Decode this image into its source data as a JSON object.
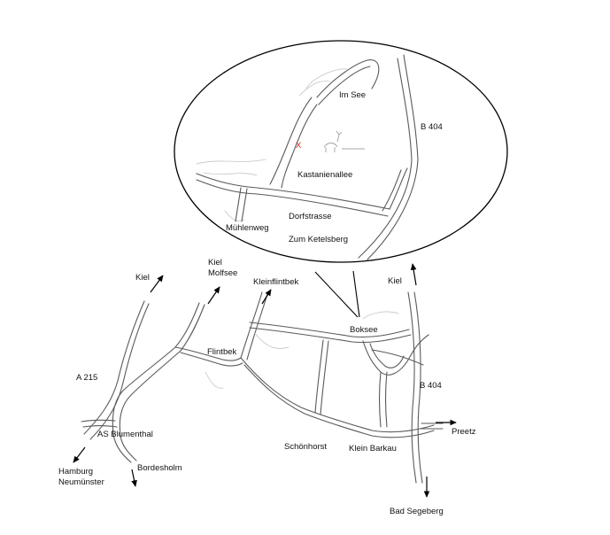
{
  "map": {
    "inset": {
      "labels": {
        "im_see": "Im See",
        "b404": "B 404",
        "kastanienallee": "Kastanienallee",
        "dorfstrasse": "Dorfstrasse",
        "muehlenweg": "Mühlenweg",
        "zum_ketelsberg": "Zum Ketelsberg"
      },
      "marker": "X"
    },
    "labels": {
      "kiel_left": "Kiel",
      "kiel_molfsee_1": "Kiel",
      "kiel_molfsee_2": "Molfsee",
      "kleinflintbek": "Kleinflintbek",
      "kiel_right": "Kiel",
      "boksee": "Boksee",
      "flintbek": "Flintbek",
      "a215": "A 215",
      "b404": "B 404",
      "as_blumenthal": "AS Blumenthal",
      "preetz": "Preetz",
      "hamburg": "Hamburg",
      "neumuenster": "Neumünster",
      "bordesholm": "Bordesholm",
      "schoenhorst": "Schönhorst",
      "klein_barkau": "Klein Barkau",
      "bad_segeberg": "Bad Segeberg"
    },
    "colors": {
      "marker": "#e0201b",
      "road": "#5a5a5a",
      "text": "#111111"
    }
  }
}
